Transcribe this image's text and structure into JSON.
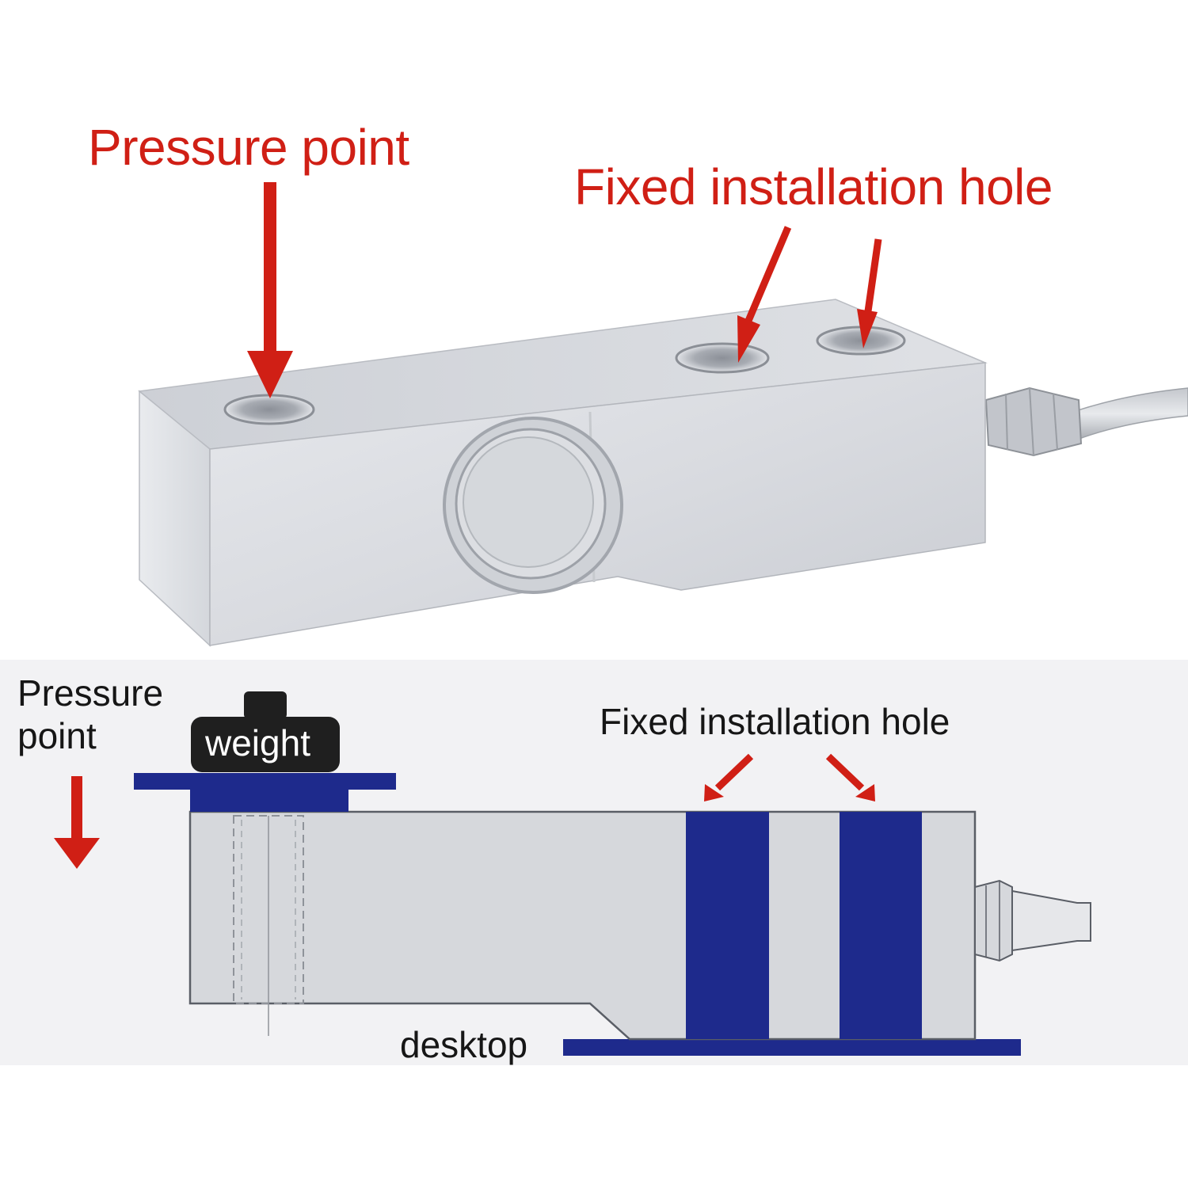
{
  "photo": {
    "pressure_label": "Pressure point",
    "holes_label": "Fixed installation hole"
  },
  "diagram": {
    "pressure_label_line1": "Pressure",
    "pressure_label_line2": "point",
    "weight_label": "weight",
    "holes_label": "Fixed installation hole",
    "desktop_label": "desktop"
  },
  "colors": {
    "annotation_red": "#d01f15",
    "mount_blue": "#1e2a8c",
    "panel_bg": "#f2f2f4",
    "steel": "#d6d8dc"
  }
}
